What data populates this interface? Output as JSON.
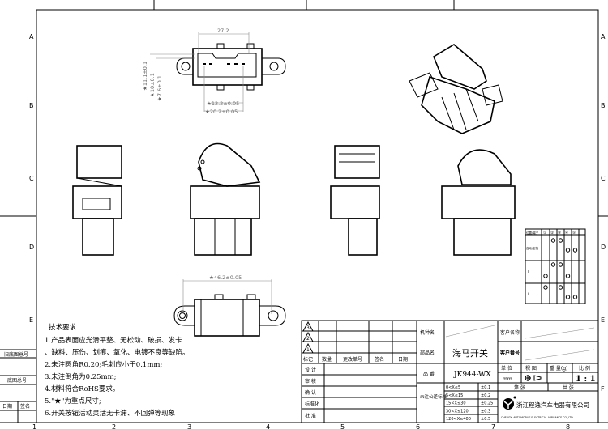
{
  "frame": {
    "rows": [
      "A",
      "B",
      "C",
      "D",
      "E",
      "F"
    ],
    "cols": [
      "1",
      "2",
      "3",
      "4",
      "5",
      "6",
      "7",
      "8"
    ],
    "side_labels": [
      "旧底图总号",
      "底图总号",
      "日期",
      "签名"
    ]
  },
  "dimensions": {
    "top_width": "27.2",
    "h1": "★11.1±0.1",
    "h2": "★10±0.1",
    "h3": "★7.6±0.1",
    "pin1": "★12.2±0.05",
    "pin2": "★20.2±0.05",
    "mount": "★46.2±0.05"
  },
  "tech_requirements": {
    "title": "技术要求",
    "lines": [
      "1.产品表面应光滑平整、无松动、破损、发卡",
      "、缺料、压伤、划痕、氧化、电镀不良等缺陷。",
      "2.未注圆角R0.20;毛刺应小于0.1mm;",
      "3.未注倒角为0.25mm;",
      "4.材料符合RoHS要求。",
      "5.\"★\"为重点尺寸;",
      "6.开关按钮活动灵活无卡滞、不回弹等现象"
    ]
  },
  "switch_table": {
    "header": [
      "位置/端子",
      "①",
      "②",
      "③",
      "④",
      "⑤"
    ],
    "rows": [
      {
        "label": "自动/空档",
        "marks": [
          false,
          true,
          true,
          false,
          false
        ],
        "marks2": [
          false,
          false,
          false,
          true,
          true
        ]
      },
      {
        "label": "Ⅰ",
        "marks": [
          false,
          true,
          true,
          false,
          false
        ],
        "marks2": [
          true,
          false,
          false,
          true,
          false
        ]
      },
      {
        "label": "Ⅱ",
        "marks": [
          true,
          false,
          true,
          false,
          false
        ],
        "marks2": [
          false,
          false,
          false,
          true,
          true
        ]
      }
    ]
  },
  "title_block": {
    "revisions": [
      "3",
      "2",
      "1"
    ],
    "rev_headers": [
      "标记",
      "数量",
      "更改单号",
      "签名",
      "日期"
    ],
    "roles": [
      "设 计",
      "审 核",
      "确 认",
      "标准化",
      "批 准"
    ],
    "machine_label": "机种名",
    "part_label": "部品名",
    "part_name": "海马开关",
    "part_no_label": "品 番",
    "part_no": "JK944-WX",
    "tolerance_label": "未注公差标准",
    "tolerances": [
      {
        "range": "0<X≤5",
        "tol": "±0.1"
      },
      {
        "range": "5<X≤15",
        "tol": "±0.2"
      },
      {
        "range": "15<X≤30",
        "tol": "±0.25"
      },
      {
        "range": "30<X≤120",
        "tol": "±0.3"
      },
      {
        "range": "120<X≤400",
        "tol": "±0.5"
      }
    ],
    "customer_name_label": "客户名称",
    "customer_no_label": "客户番号",
    "unit_label": "单 位",
    "view_label": "视 图",
    "weight_label": "重 量(g)",
    "scale_label": "比 例",
    "unit": "mm",
    "scale": "1 : 1",
    "sheet_label": "第   张",
    "total_label": "共   张",
    "company_cn": "浙江程逸汽车电器有限公司",
    "company_en": "CHENGYI AUTOMOBILE ELECTRICAL APPLIANCE CO.,LTD"
  }
}
